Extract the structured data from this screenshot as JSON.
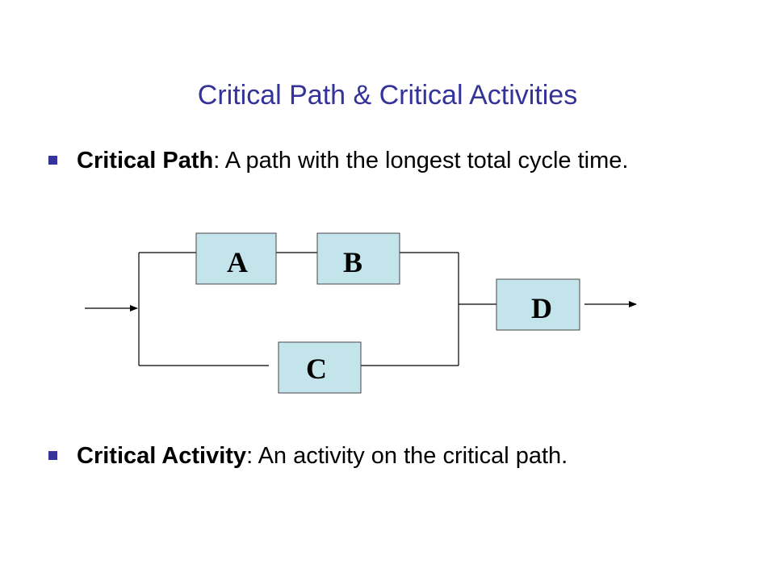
{
  "slide": {
    "title": "Critical Path & Critical Activities",
    "bullets": [
      {
        "term": "Critical Path",
        "separator": ":",
        "text": " A path with the longest total cycle time."
      },
      {
        "term": "Critical Activity",
        "separator": ":",
        "text": " An activity on the critical path."
      }
    ]
  },
  "diagram": {
    "activities": [
      "A",
      "B",
      "C",
      "D"
    ],
    "colors": {
      "box_fill": "#c4e4ec",
      "box_stroke": "#444444",
      "line": "#000000",
      "title": "#333399",
      "bullet": "#333399"
    }
  }
}
